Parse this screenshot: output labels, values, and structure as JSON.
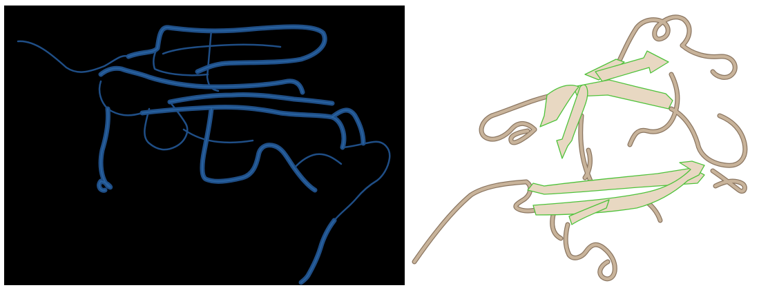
{
  "figure": {
    "panels": [
      {
        "id": "left",
        "style": "ribbon",
        "background": "#000000",
        "ribbon_color": "#1f4e86",
        "ribbon_highlight": "#2f6fb3"
      },
      {
        "id": "right",
        "style": "cartoon-with-sheets",
        "background": "#ffffff",
        "tube_color": "#c8b39a",
        "tube_shadow": "#8a7560",
        "sheet_fill": "#e8d8c2",
        "sheet_outline": "#4ec23a"
      }
    ]
  }
}
